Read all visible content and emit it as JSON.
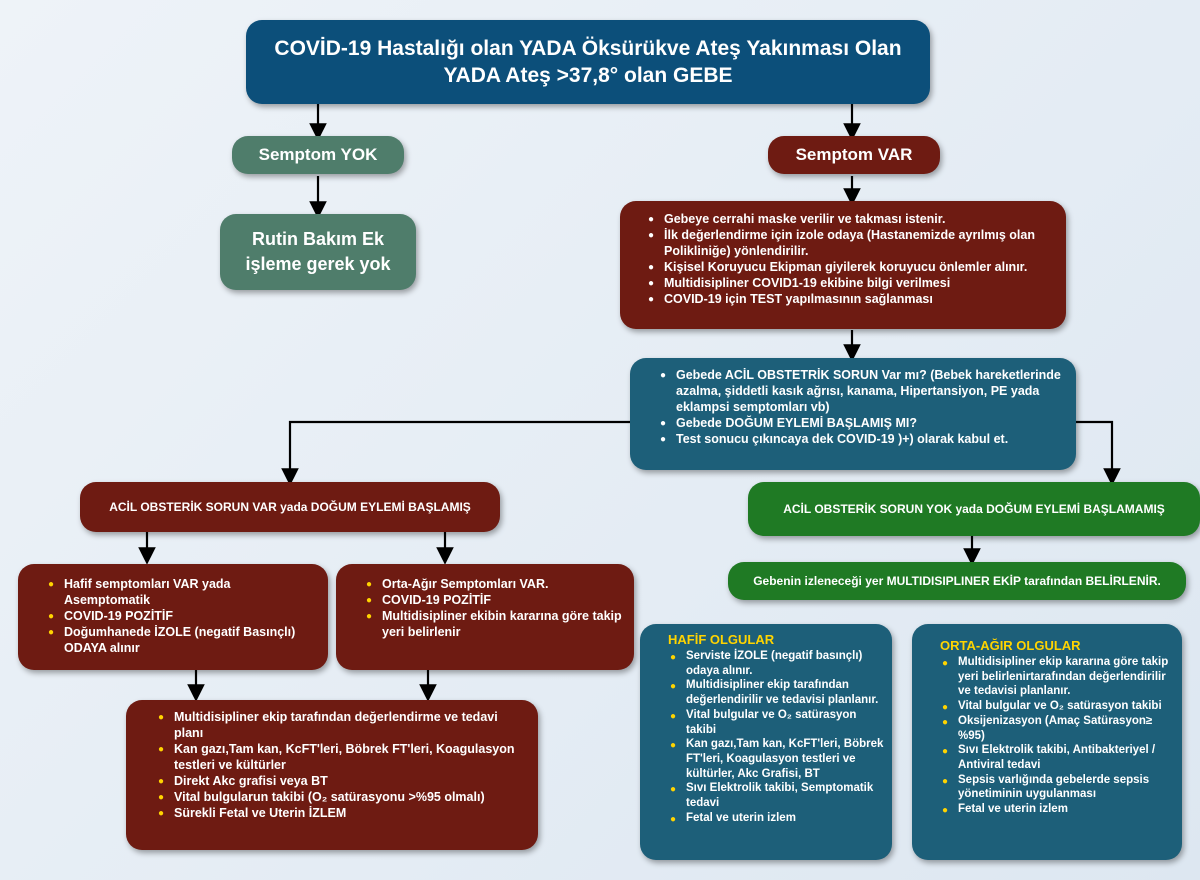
{
  "top": {
    "line1": "COVİD-19 Hastalığı olan YADA Öksürükve Ateş Yakınması Olan",
    "line2": "YADA Ateş >37,8° olan GEBE"
  },
  "symptom_no": {
    "label": "Semptom YOK",
    "result_line1": "Rutin Bakım  Ek",
    "result_line2": "işleme  gerek yok"
  },
  "symptom_yes": {
    "label": "Semptom VAR",
    "items": [
      "Gebeye cerrahi maske verilir ve takması istenir.",
      "İlk değerlendirme için izole odaya (Hastanemizde ayrılmış olan Polikliniğe) yönlendirilir.",
      "Kişisel Koruyucu Ekipman giyilerek koruyucu önlemler alınır.",
      "Multidisipliner COVID1-19 ekibine bilgi verilmesi",
      "COVID-19 için TEST yapılmasının sağlanması"
    ]
  },
  "question": {
    "items": [
      "Gebede ACİL OBSTETRİK SORUN Var mı? (Bebek hareketlerinde azalma, şiddetli kasık ağrısı, kanama, Hipertansiyon, PE yada eklampsi semptomları vb)",
      "Gebede DOĞUM EYLEMİ BAŞLAMIŞ MI?",
      "Test sonucu çıkıncaya dek COVID-19 )+) olarak kabul et."
    ]
  },
  "emergency_yes": {
    "label": "ACİL OBSTERİK SORUN VAR yada DOĞUM EYLEMİ BAŞLAMIŞ",
    "mild": [
      "Hafif semptomları VAR yada Asemptomatik",
      "COVID-19 POZİTİF",
      "Doğumhanede İZOLE (negatif Basınçlı) ODAYA alınır"
    ],
    "moderate": [
      "Orta-Ağır Semptomları VAR.",
      "COVID-19 POZİTİF",
      "Multidisipliner ekibin kararına göre takip yeri belirlenir"
    ],
    "management": [
      "Multidisipliner ekip tarafından değerlendirme ve tedavi planı",
      "Kan gazı,Tam kan, KcFT'leri, Böbrek FT'leri, Koagulasyon testleri ve kültürler",
      "Direkt Akc grafisi veya BT",
      "Vital bulgularun takibi (O₂ satürasyonu >%95 olmalı)",
      "Sürekli Fetal ve Uterin İZLEM"
    ]
  },
  "emergency_no": {
    "label": "ACİL OBSTERİK SORUN YOK yada DOĞUM EYLEMİ BAŞLAMAMIŞ",
    "team": "Gebenin izleneceği yer MULTIDISIPLINER EKİP tarafından BELİRLENİR.",
    "mild": {
      "title": "HAFİF OLGULAR",
      "items": [
        "Serviste İZOLE (negatif basınçlı) odaya alınır.",
        "Multidisipliner ekip tarafından değerlendirilir ve tedavisi planlanır.",
        "Vital bulgular ve O₂  satürasyon takibi",
        "Kan gazı,Tam kan, KcFT'leri, Böbrek FT'leri, Koagulasyon testleri ve kültürler, Akc Grafisi, BT",
        "Sıvı Elektrolik takibi, Semptomatik tedavi",
        "Fetal ve uterin izlem"
      ]
    },
    "moderate": {
      "title": "ORTA-AĞIR OLGULAR",
      "items": [
        "Multidisipliner ekip kararına göre takip yeri belirlenirtarafından değerlendirilir ve tedavisi planlanır.",
        "Vital bulgular ve O₂  satürasyon takibi",
        "Oksijenizasyon (Amaç Satürasyon≥ %95)",
        "Sıvı Elektrolik takibi, Antibakteriyel / Antiviral tedavi",
        "Sepsis varlığında  gebelerde sepsis yönetiminin uygulanması",
        "Fetal ve uterin izlem"
      ]
    }
  }
}
